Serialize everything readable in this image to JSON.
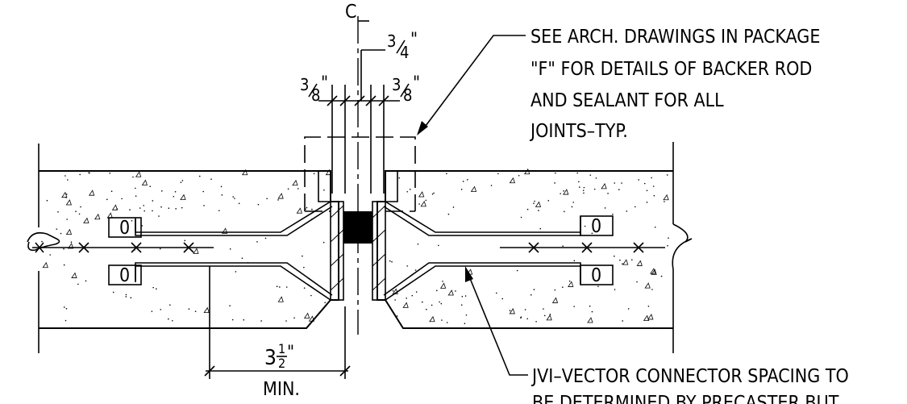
{
  "centerline_symbol": "C",
  "dimensions": {
    "top_gap": {
      "whole": "",
      "num": "3",
      "den": "4",
      "unit": "\""
    },
    "left_gap": {
      "whole": "",
      "num": "3",
      "den": "8",
      "unit": "\""
    },
    "right_gap": {
      "whole": "",
      "num": "3",
      "den": "8",
      "unit": "\""
    },
    "bottom_length": {
      "whole": "3",
      "num": "1",
      "den": "2",
      "unit": "\""
    },
    "bottom_note": "MIN."
  },
  "notes": {
    "sealant_note": [
      "SEE ARCH. DRAWINGS IN PACKAGE",
      "\"F\" FOR DETAILS OF BACKER ROD",
      "AND SEALANT FOR ALL",
      "JOINTS–TYP."
    ],
    "connector_note": [
      "JVI–VECTOR CONNECTOR SPACING TO",
      "BE DETERMINED BY PRECASTER BUT"
    ]
  },
  "bolt_symbol": "0"
}
